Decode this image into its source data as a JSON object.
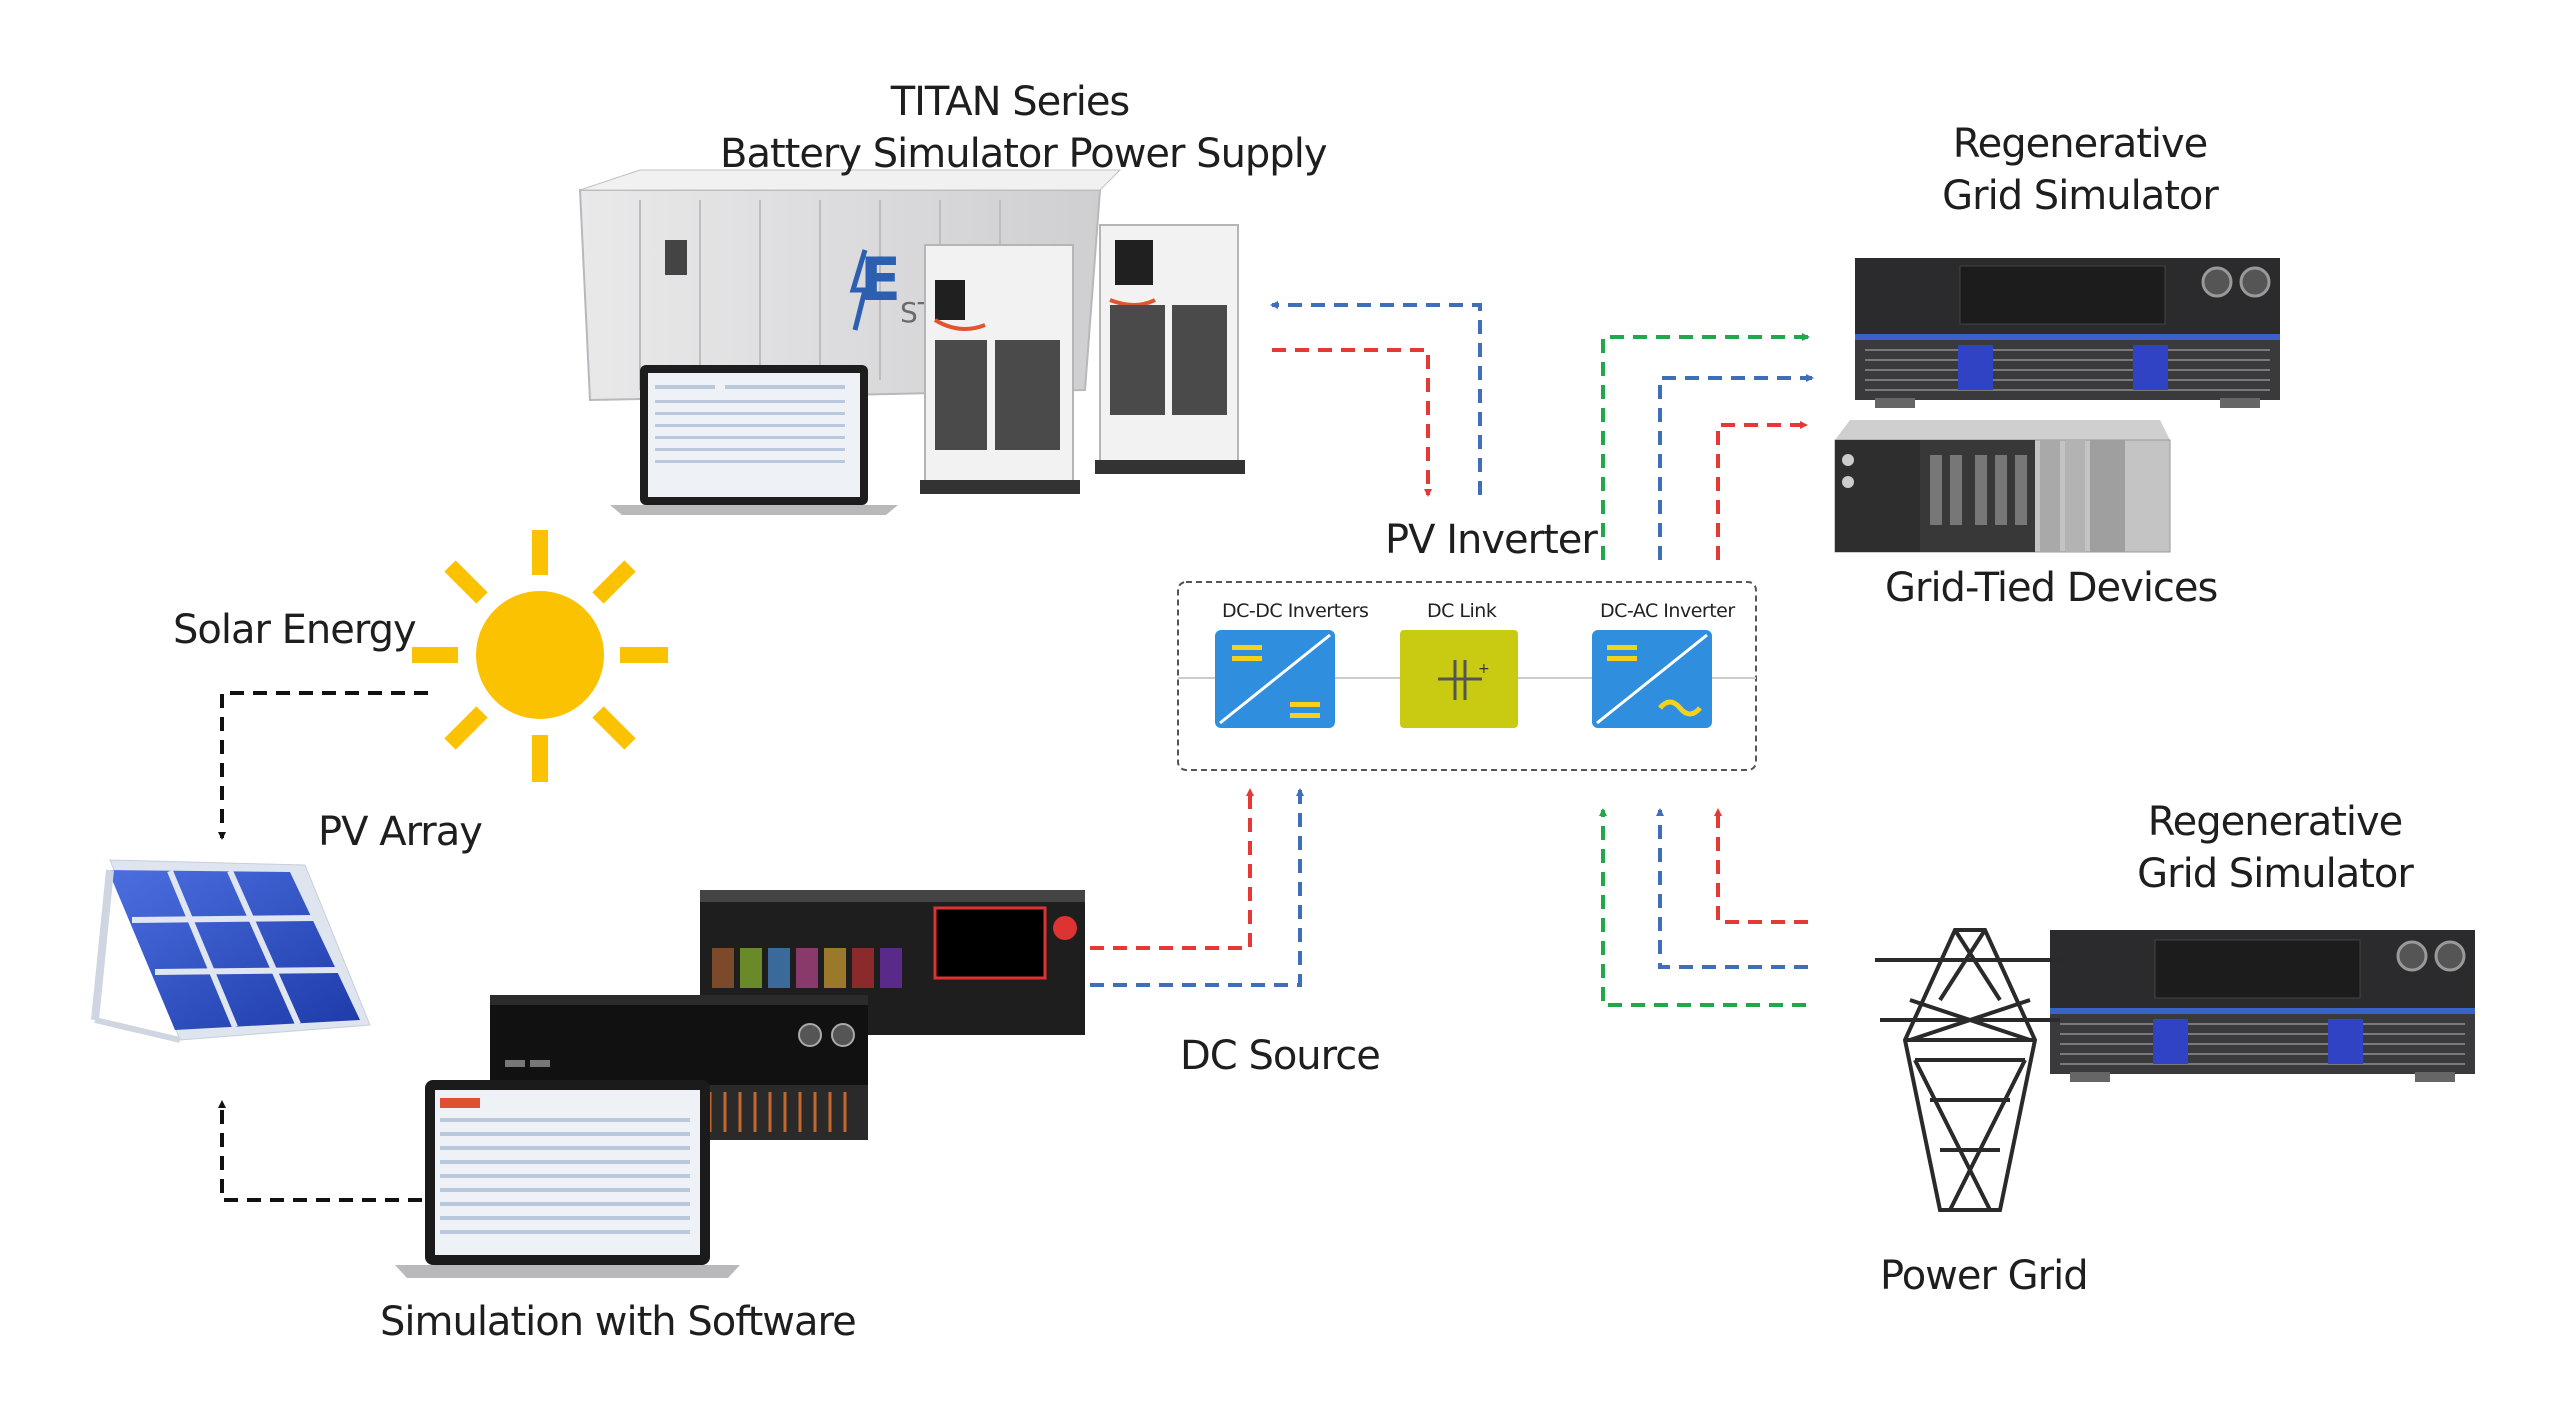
{
  "battery_sim": {
    "title_line1": "TITAN Series",
    "title_line2": "Battery Simulator Power Supply"
  },
  "grid_sim_top": {
    "line1": "Regenerative",
    "line2": "Grid Simulator"
  },
  "grid_sim_bottom": {
    "line1": "Regenerative",
    "line2": "Grid Simulator"
  },
  "grid_tied": {
    "label": "Grid-Tied Devices"
  },
  "pv_inverter": {
    "title": "PV Inverter",
    "blocks": [
      "DC-DC Inverters",
      "DC Link",
      "DC-AC Inverter"
    ]
  },
  "solar": {
    "label": "Solar Energy"
  },
  "pv_array": {
    "label": "PV Array"
  },
  "dc_source": {
    "label": "DC Source"
  },
  "software": {
    "label": "Simulation with Software"
  },
  "power_grid": {
    "label": "Power Grid"
  },
  "colors": {
    "red": "#e53935",
    "blue": "#3f6fb8",
    "green": "#22a84a",
    "black": "#111111",
    "sun": "#fbc202",
    "converter_blue": "#2f8fde",
    "dc_link_yellow": "#c8cb12"
  }
}
